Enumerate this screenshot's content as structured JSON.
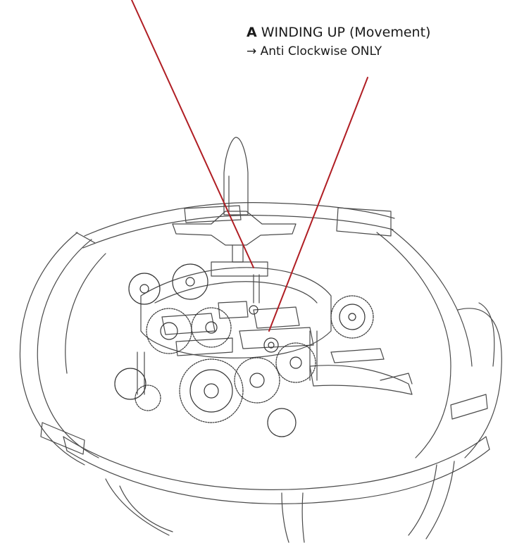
{
  "annotation": {
    "key": "A",
    "title": "WINDING UP (Movement)",
    "arrow": "→",
    "instruction": "Anti Clockwise ONLY"
  },
  "colors": {
    "pointer": "#b01e24",
    "line_art": "#4a4a4a",
    "background": "#ffffff"
  }
}
